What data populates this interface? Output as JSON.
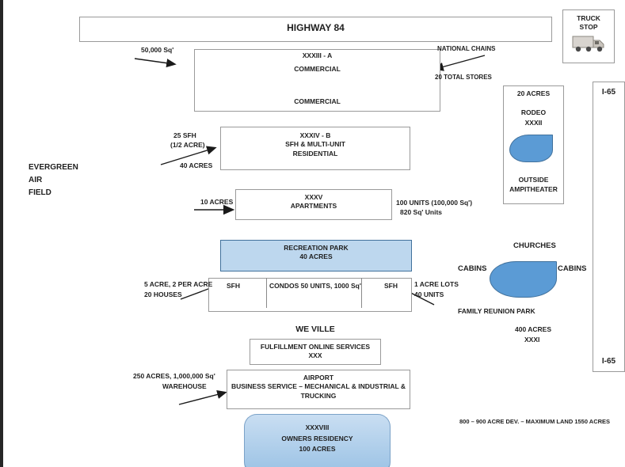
{
  "highway": {
    "label": "HIGHWAY 84"
  },
  "truck_stop": {
    "line1": "TRUCK",
    "line2": "STOP"
  },
  "commercial": {
    "title": "XXXIII - A",
    "top_label": "COMMERCIAL",
    "bottom_label": "COMMERCIAL",
    "sqft_note": "50,000 Sq'",
    "chains_note": "NATIONAL CHAINS",
    "stores_note": "20 TOTAL STORES"
  },
  "rodeo": {
    "acres": "20 ACRES",
    "name": "RODEO",
    "numeral": "XXXII",
    "sub_line1": "OUTSIDE",
    "sub_line2": "AMPITHEATER"
  },
  "i65": {
    "top_label": "I-65",
    "bottom_label": "I-65"
  },
  "residential": {
    "title": "XXXIV - B",
    "line2": "SFH & MULTI-UNIT",
    "line3": "RESIDENTIAL",
    "note_line1": "25 SFH",
    "note_line2": "(1/2 ACRE)",
    "note_line3": "40 ACRES"
  },
  "airfield": {
    "line1": "EVERGREEN",
    "line2": "AIR",
    "line3": "FIELD"
  },
  "apartments": {
    "title": "XXXV",
    "line2": "APARTMENTS",
    "acres_note": "10 ACRES",
    "units_note": "100 UNITS (100,000 Sq')",
    "size_note": "820 Sq' Units"
  },
  "recreation": {
    "line1": "RECREATION PARK",
    "line2": "40 ACRES"
  },
  "housing_row": {
    "left_cell": "SFH",
    "center_cell": "CONDOS 50 UNITS, 1000 Sq'",
    "right_cell": "SFH",
    "left_note1": "5 ACRE, 2 PER ACRE",
    "left_note2": "20 HOUSES",
    "right_note1": "1 ACRE LOTS",
    "right_note2": "40 UNITS"
  },
  "reunion": {
    "churches": "CHURCHES",
    "cabins_left": "CABINS",
    "cabins_right": "CABINS",
    "name": "FAMILY REUNION PARK",
    "acres": "400 ACRES",
    "numeral": "XXXI"
  },
  "we_ville": {
    "label": "WE VILLE"
  },
  "fulfillment": {
    "line1": "FULFILLMENT ONLINE SERVICES",
    "line2": "XXX"
  },
  "airport": {
    "line1": "AIRPORT",
    "line2": "BUSINESS SERVICE – MECHANICAL & INDUSTRIAL &",
    "line3": "TRUCKING",
    "note_line1": "250 ACRES, 1,000,000 Sq'",
    "note_line2": "WAREHOUSE"
  },
  "owners": {
    "line1": "XXXVIII",
    "line2": "OWNERS RESIDENCY",
    "line3": "100 ACRES"
  },
  "footer_note": "800 – 900 ACRE DEV. – MAXIMUM LAND 1550 ACRES",
  "colors": {
    "blob-fill": "#5b9bd5",
    "blob-edge": "#41719c",
    "park-fill": "#bdd7ee",
    "park-edge": "#41719c",
    "own-top": "#c9def2",
    "own-bot": "#9cc3e5",
    "own-edge": "#5b9bd5"
  }
}
